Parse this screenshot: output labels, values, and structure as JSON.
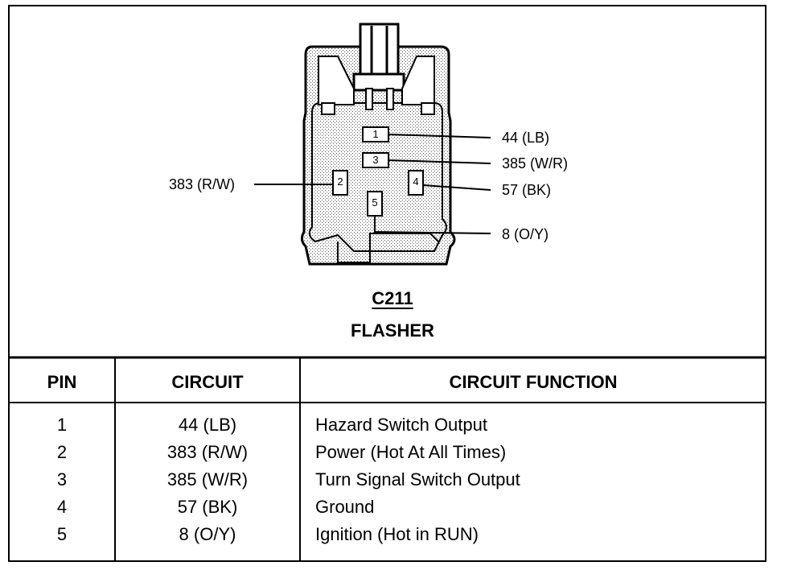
{
  "connector": {
    "id": "C211",
    "name": "FLASHER",
    "pins": [
      {
        "n": "1",
        "wire": "44 (LB)"
      },
      {
        "n": "2",
        "wire": "383 (R/W)"
      },
      {
        "n": "3",
        "wire": "385 (W/R)"
      },
      {
        "n": "4",
        "wire": "57 (BK)"
      },
      {
        "n": "5",
        "wire": "8 (O/Y)"
      }
    ]
  },
  "table": {
    "headers": [
      "PIN",
      "CIRCUIT",
      "CIRCUIT FUNCTION"
    ],
    "rows": [
      [
        "1",
        "44 (LB)",
        "Hazard Switch Output"
      ],
      [
        "2",
        "383 (R/W)",
        "Power (Hot At All Times)"
      ],
      [
        "3",
        "385 (W/R)",
        "Turn Signal Switch Output"
      ],
      [
        "4",
        "57 (BK)",
        "Ground"
      ],
      [
        "5",
        "8 (O/Y)",
        "Ignition (Hot in RUN)"
      ]
    ]
  }
}
